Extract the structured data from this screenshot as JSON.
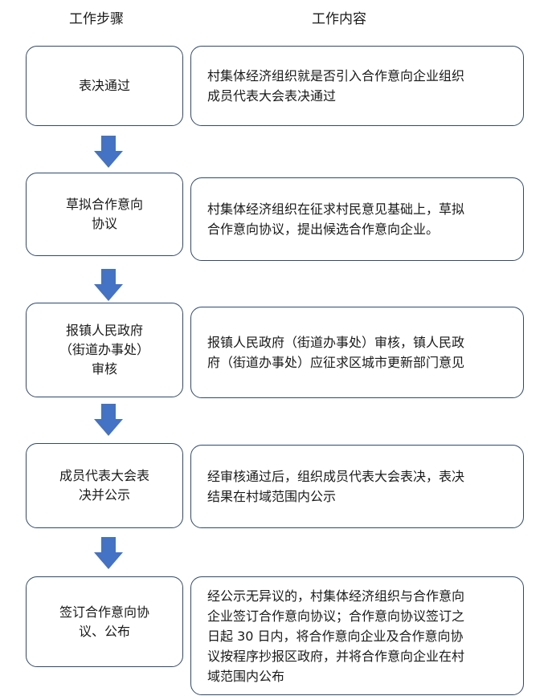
{
  "headers": {
    "steps": "工作步骤",
    "content": "工作内容"
  },
  "flow": {
    "accent_color": "#4472C4",
    "border_color": "#2f4a6d",
    "rows": [
      {
        "step": "表决通过",
        "content": "村集体经济组织就是否引入合作意向企业组织\n成员代表大会表决通过"
      },
      {
        "step": "草拟合作意向\n协议",
        "content": "村集体经济组织在征求村民意见基础上，草拟\n合作意向协议，提出候选合作意向企业。"
      },
      {
        "step": "报镇人民政府\n（街道办事处）\n审核",
        "content": "报镇人民政府（街道办事处）审核，镇人民政\n府（街道办事处）应征求区城市更新部门意见"
      },
      {
        "step": "成员代表大会表\n决并公示",
        "content": "经审核通过后，组织成员代表大会表决，表决\n结果在村域范围内公示"
      },
      {
        "step": "签订合作意向协\n议、公布",
        "content": "经公示无异议的，村集体经济组织与合作意向\n企业签订合作意向协议；合作意向协议签订之\n日起 30 日内，将合作意向企业及合作意向协\n议按程序抄报区政府，并将合作意向企业在村\n域范围内公布"
      }
    ]
  }
}
